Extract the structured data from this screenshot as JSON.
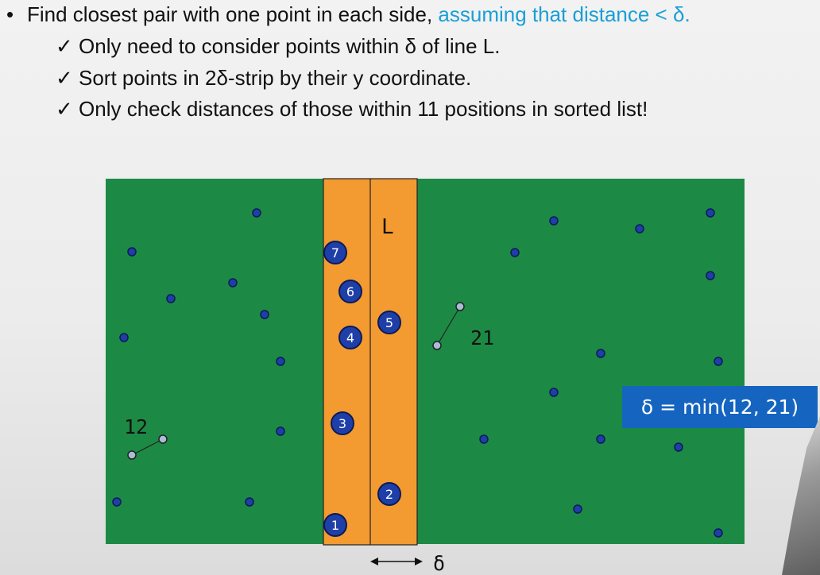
{
  "bullets": {
    "b1_bullet": "•",
    "b1_text": "Find closest pair with one point in each side, ",
    "b1_highlight": "assuming that distance < δ.",
    "b2": "✓ Only need to consider points within δ of line L.",
    "b3": "✓ Sort points in 2δ-strip by their y coordinate.",
    "b4": "✓ Only check distances of those within 11 positions in sorted list!"
  },
  "diagram": {
    "line_label": "L",
    "delta_arrow_label": "δ",
    "left_pair_distance": "12",
    "right_pair_distance": "21",
    "strip_point_labels": [
      "1",
      "2",
      "3",
      "4",
      "5",
      "6",
      "7"
    ],
    "delta_formula": "δ = min(12, 21)"
  },
  "colors": {
    "field": "#1c8a44",
    "strip": "#f39a30",
    "point_fill": "#1f3fa8",
    "highlight_text": "#1a9fd6",
    "formula_box": "#1565c0"
  }
}
